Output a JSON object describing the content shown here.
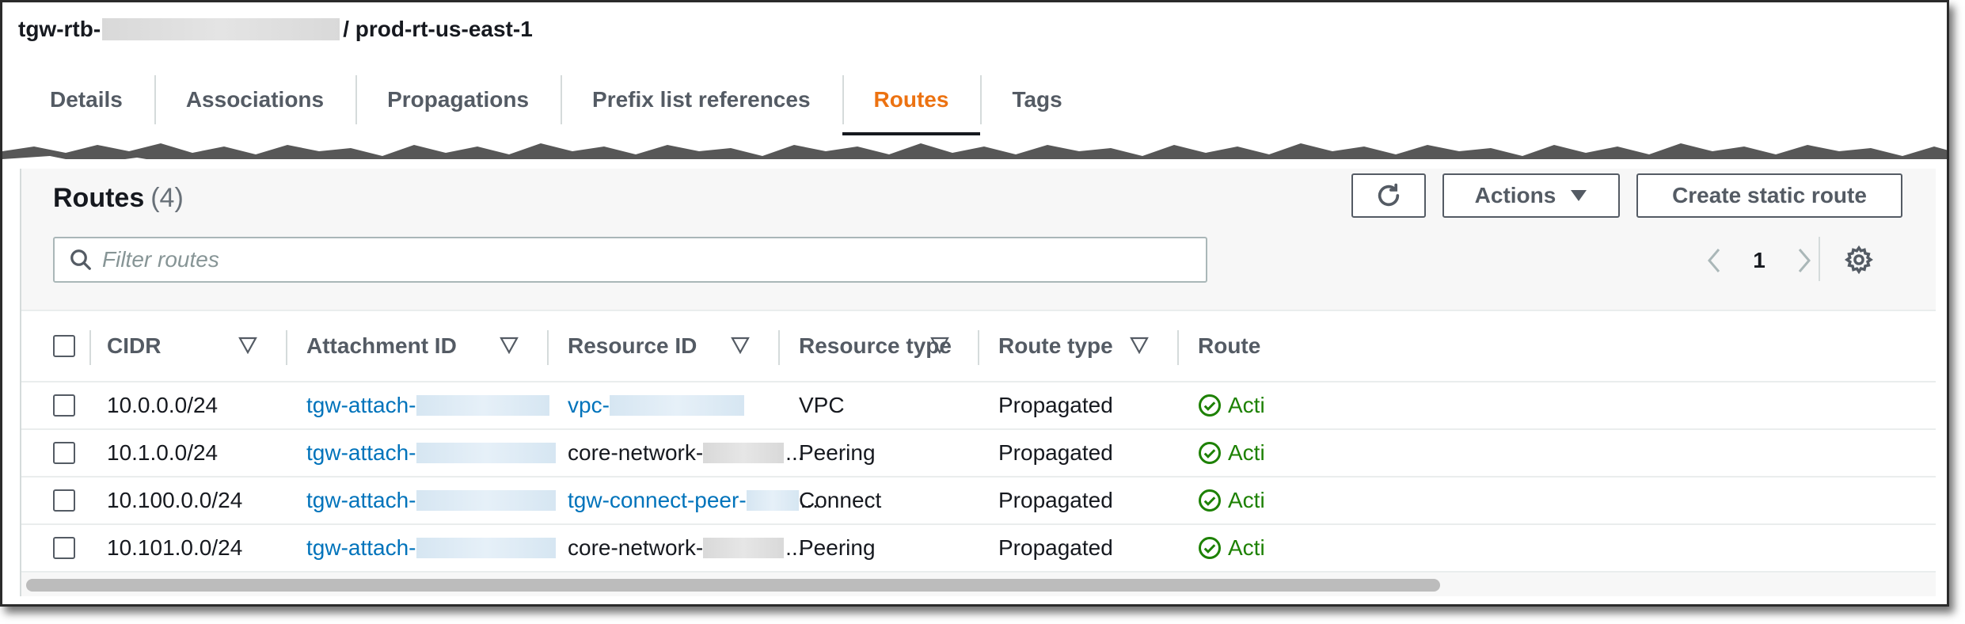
{
  "header": {
    "title_prefix": "tgw-rtb-",
    "title_suffix": "/ prod-rt-us-east-1"
  },
  "tabs": [
    {
      "label": "Details"
    },
    {
      "label": "Associations"
    },
    {
      "label": "Propagations"
    },
    {
      "label": "Prefix list references"
    },
    {
      "label": "Routes",
      "active": true
    },
    {
      "label": "Tags"
    }
  ],
  "routes_panel": {
    "heading": "Routes",
    "count": "(4)",
    "actions_label": "Actions",
    "create_label": "Create static route",
    "filter_placeholder": "Filter routes",
    "page": "1"
  },
  "table": {
    "columns": [
      "CIDR",
      "Attachment ID",
      "Resource ID",
      "Resource type",
      "Route type",
      "Route"
    ],
    "rows": [
      {
        "cidr": "10.0.0.0/24",
        "attachment": "tgw-attach-",
        "resource": "vpc-",
        "resource_link": true,
        "resource_ellipsis": "",
        "resource_type": "VPC",
        "route_type": "Propagated",
        "state": "Acti"
      },
      {
        "cidr": "10.1.0.0/24",
        "attachment": "tgw-attach-",
        "resource": "core-network-",
        "resource_link": false,
        "resource_ellipsis": "...",
        "resource_type": "Peering",
        "route_type": "Propagated",
        "state": "Acti"
      },
      {
        "cidr": "10.100.0.0/24",
        "attachment": "tgw-attach-",
        "resource": "tgw-connect-peer-",
        "resource_link": true,
        "resource_ellipsis": "...",
        "resource_type": "Connect",
        "route_type": "Propagated",
        "state": "Acti"
      },
      {
        "cidr": "10.101.0.0/24",
        "attachment": "tgw-attach-",
        "resource": "core-network-",
        "resource_link": false,
        "resource_ellipsis": "...",
        "resource_type": "Peering",
        "route_type": "Propagated",
        "state": "Acti"
      }
    ]
  },
  "colors": {
    "accent_orange": "#ec7211",
    "link_blue": "#0073bb",
    "success_green": "#1d8102"
  },
  "icons": [
    "search-icon",
    "refresh-icon",
    "caret-down-icon",
    "chevron-left-icon",
    "chevron-right-icon",
    "settings-icon",
    "sort-icon",
    "check-circle-icon"
  ]
}
